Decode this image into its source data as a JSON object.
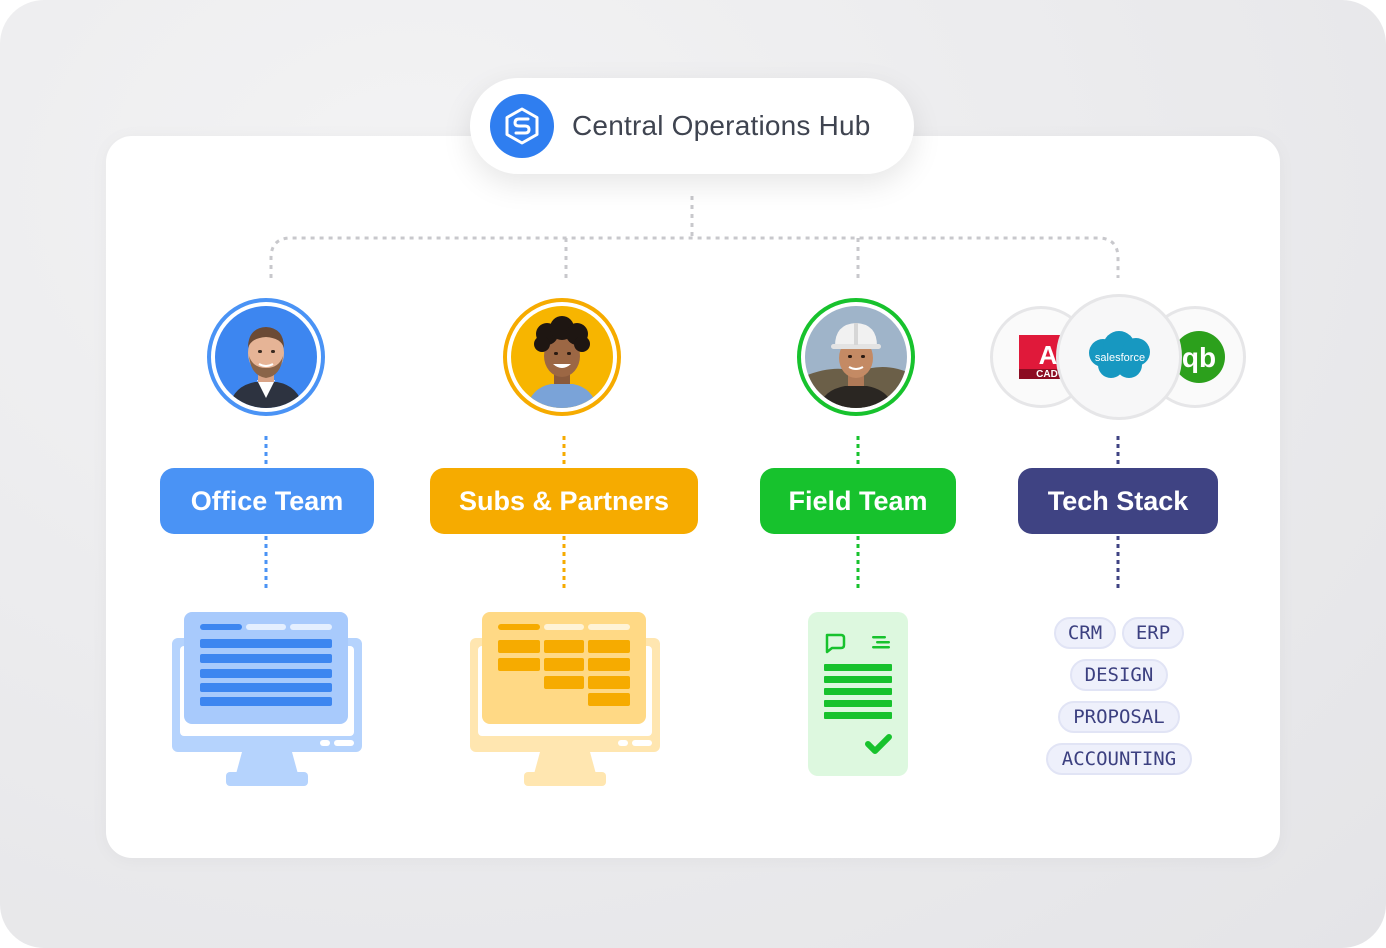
{
  "hub": {
    "title": "Central Operations Hub",
    "icon": "hub-logo-icon",
    "accent": "#2f7ef0"
  },
  "teams": [
    {
      "label": "Office Team",
      "color": "#4a93f5"
    },
    {
      "label": "Subs & Partners",
      "color": "#f6ab00"
    },
    {
      "label": "Field Team",
      "color": "#17c22d"
    },
    {
      "label": "Tech Stack",
      "color": "#3f4383"
    }
  ],
  "tech_tools": [
    {
      "icon": "autocad-icon",
      "text_main": "A",
      "text_sub": "CAD"
    },
    {
      "icon": "salesforce-icon",
      "text": "salesforce"
    },
    {
      "icon": "quickbooks-icon",
      "text": "qb"
    }
  ],
  "tech_tags": [
    "CRM",
    "ERP",
    "DESIGN",
    "PROPOSAL",
    "ACCOUNTING"
  ]
}
